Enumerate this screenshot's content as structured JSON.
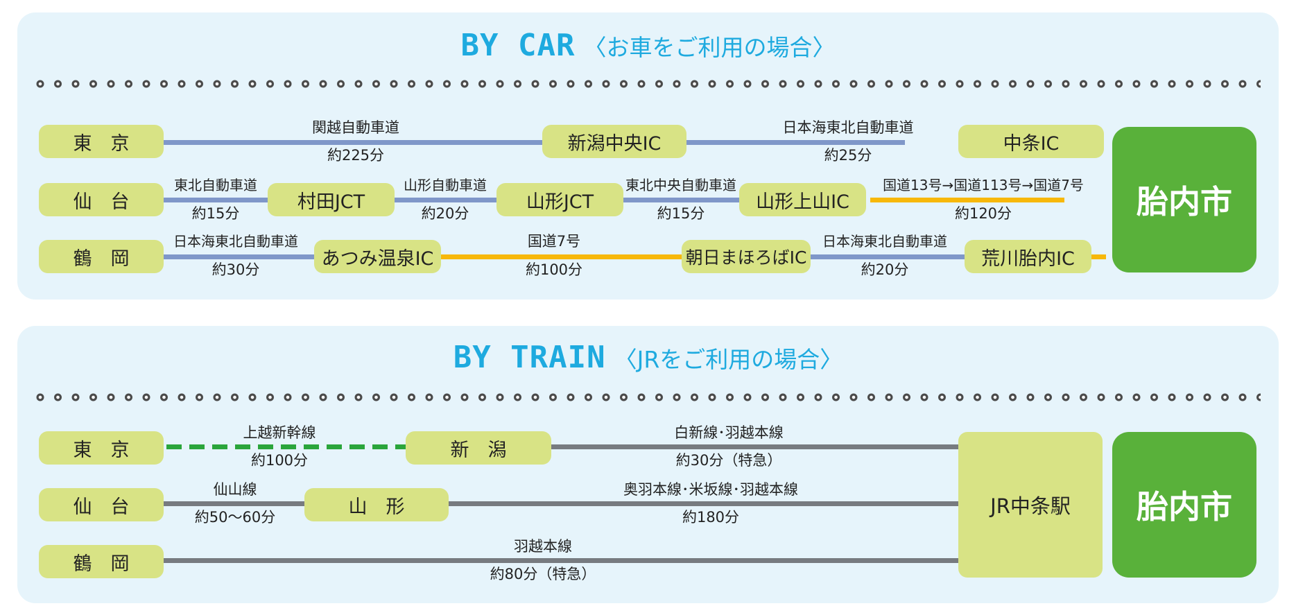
{
  "car": {
    "title_en": "BY CAR",
    "title_jp": "〈お車をご利用の場合〉",
    "destination": "胎内市",
    "rows": [
      {
        "origin": "東　京",
        "stops": [
          "新潟中央IC",
          "中条IC"
        ],
        "segments": [
          {
            "road": "関越自動車道",
            "time": "約225分",
            "color": "blue"
          },
          {
            "road": "日本海東北自動車道",
            "time": "約25分",
            "color": "blue"
          },
          {
            "road": "",
            "time": "",
            "color": "orange"
          }
        ]
      },
      {
        "origin": "仙　台",
        "stops": [
          "村田JCT",
          "山形JCT",
          "山形上山IC"
        ],
        "segments": [
          {
            "road": "東北自動車道",
            "time": "約15分",
            "color": "blue"
          },
          {
            "road": "山形自動車道",
            "time": "約20分",
            "color": "blue"
          },
          {
            "road": "東北中央自動車道",
            "time": "約15分",
            "color": "blue"
          },
          {
            "road": "国道13号→国道113号→国道7号",
            "time": "約120分",
            "color": "orange"
          }
        ]
      },
      {
        "origin": "鶴　岡",
        "stops": [
          "あつみ温泉IC",
          "朝日まほろばIC",
          "荒川胎内IC"
        ],
        "segments": [
          {
            "road": "日本海東北自動車道",
            "time": "約30分",
            "color": "blue"
          },
          {
            "road": "国道7号",
            "time": "約100分",
            "color": "orange"
          },
          {
            "road": "日本海東北自動車道",
            "time": "約20分",
            "color": "blue"
          },
          {
            "road": "",
            "time": "",
            "color": "orange"
          }
        ]
      }
    ]
  },
  "train": {
    "title_en": "BY TRAIN",
    "title_jp": "〈JRをご利用の場合〉",
    "destination": "胎内市",
    "hub": "JR中条駅",
    "rows": [
      {
        "origin": "東　京",
        "stops": [
          "新　潟"
        ],
        "segments": [
          {
            "line": "上越新幹線",
            "time": "約100分",
            "style": "dashed-green"
          },
          {
            "line": "白新線･羽越本線",
            "time": "約30分（特急）",
            "style": "gray"
          }
        ]
      },
      {
        "origin": "仙　台",
        "stops": [
          "山　形"
        ],
        "segments": [
          {
            "line": "仙山線",
            "time": "約50〜60分",
            "style": "gray"
          },
          {
            "line": "奥羽本線･米坂線･羽越本線",
            "time": "約180分",
            "style": "gray"
          }
        ]
      },
      {
        "origin": "鶴　岡",
        "stops": [],
        "segments": [
          {
            "line": "羽越本線",
            "time": "約80分（特急）",
            "style": "gray"
          }
        ]
      }
    ]
  },
  "colors": {
    "panel_bg": "#e6f4fb",
    "title": "#1eaadf",
    "station_box": "#d8e385",
    "destination_box": "#59b13a",
    "expressway": "#7f97c9",
    "national_road": "#f7b80a",
    "rail": "#777b80",
    "shinkansen": "#2aa53b"
  }
}
